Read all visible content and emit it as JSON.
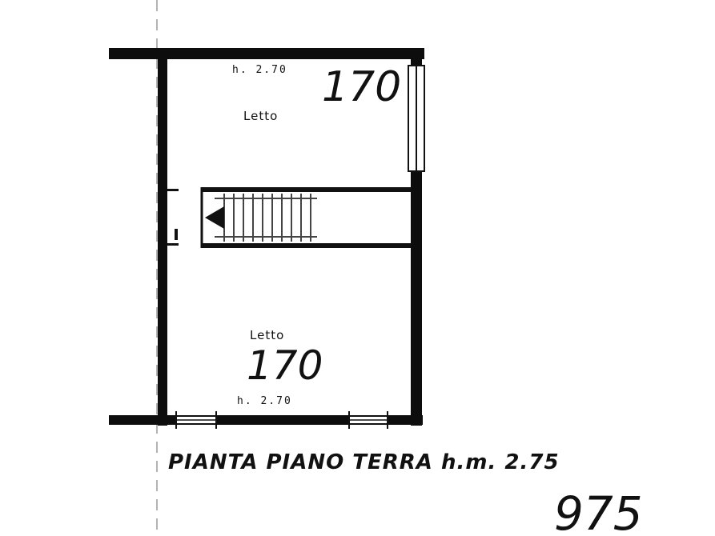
{
  "rooms": [
    {
      "name": "Letto",
      "number": "170",
      "height": "h. 2.70"
    },
    {
      "name": "Letto",
      "number": "170",
      "height": "h. 2.70"
    }
  ],
  "caption": "PIANTA PIANO TERRA h.m. 2.75",
  "sheet_number": "975"
}
